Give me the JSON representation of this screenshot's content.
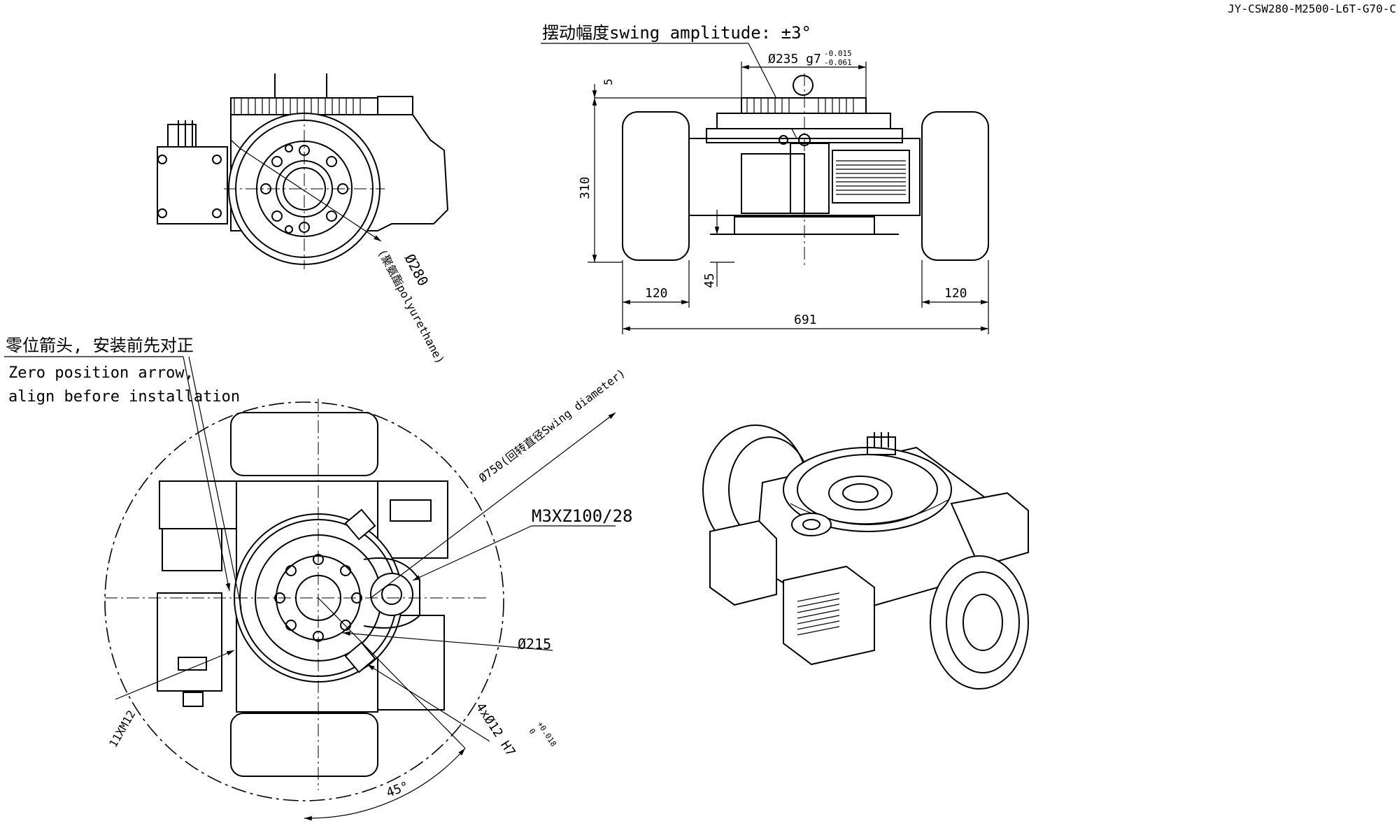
{
  "drawing_code": "JY-CSW280-M2500-L6T-G70-C",
  "swing_amplitude_label": "摆动幅度swing amplitude: ±3°",
  "dim_235": "Ø235 g7",
  "tol_235_upper": "-0.015",
  "tol_235_lower": "-0.061",
  "dim_5": "5",
  "dim_310": "310",
  "dim_45": "45",
  "dim_120_left": "120",
  "dim_120_right": "120",
  "dim_691": "691",
  "dim_wheel_280": "Ø280",
  "wheel_material": "(聚氨酯polyurethane)",
  "zero_arrow_cn": "零位箭头, 安装前先对正",
  "zero_arrow_en_1": "Zero position arrow,",
  "zero_arrow_en_2": "align before installation",
  "swing_diameter": "Ø750(回转直径Swing diameter)",
  "gear_spec": "M3XZ100/28",
  "dim_215": "Ø215",
  "holes_label": "4xØ12 H7",
  "tol_12_upper": "+0.018",
  "tol_12_lower": "0",
  "thread_label": "11XM12",
  "angle_45": "45°"
}
